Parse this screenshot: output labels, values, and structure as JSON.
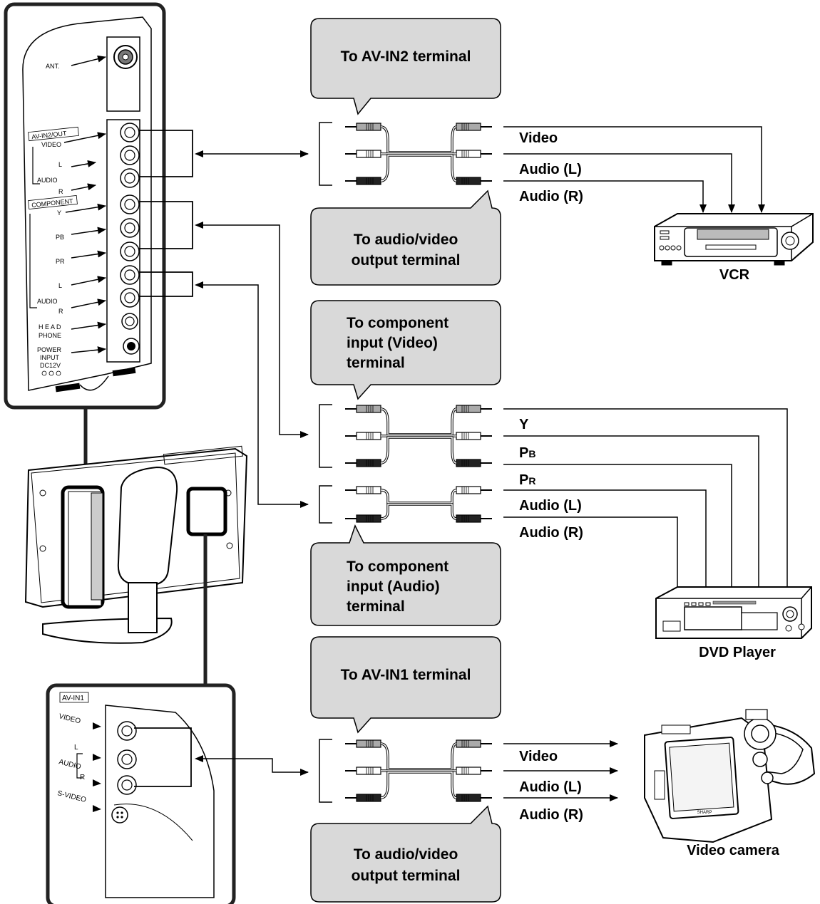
{
  "callouts": {
    "av_in2": [
      "To AV-IN2 terminal"
    ],
    "av_out_1": [
      "To audio/video",
      "output terminal"
    ],
    "comp_video": [
      "To component",
      "input (Video)",
      "terminal"
    ],
    "comp_audio": [
      "To component",
      "input (Audio)",
      "terminal"
    ],
    "av_in1": [
      "To AV-IN1 terminal"
    ],
    "av_out_2": [
      "To audio/video",
      "output terminal"
    ]
  },
  "signals": {
    "video": "Video",
    "audio_l": "Audio (L)",
    "audio_r": "Audio (R)",
    "y": "Y",
    "pb_main": "P",
    "pb_sub": "B",
    "pr_main": "P",
    "pr_sub": "R"
  },
  "devices": {
    "vcr": "VCR",
    "dvd": "DVD Player",
    "camera": "Video camera",
    "camera_brand": "SHARP"
  },
  "side_panel": {
    "ant": "ANT.",
    "av_in2_out": "AV-IN2/OUT",
    "video": "VIDEO",
    "l": "L",
    "audio": "AUDIO",
    "r": "R",
    "component": "COMPONENT",
    "y": "Y",
    "pb": "PB",
    "pr": "PR",
    "headphone": [
      "H E A D",
      "PHONE"
    ],
    "power": [
      "POWER",
      "INPUT",
      "DC12V"
    ]
  },
  "front_panel": {
    "av_in1": "AV-IN1",
    "video": "VIDEO",
    "l": "L",
    "audio": "AUDIO",
    "r": "R",
    "s_video": "S-VIDEO"
  }
}
